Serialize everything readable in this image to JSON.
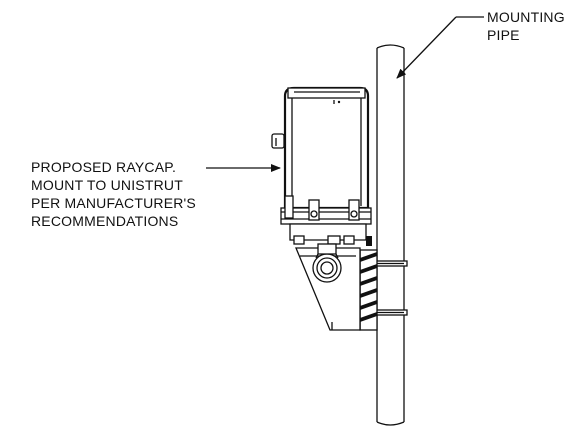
{
  "labels": {
    "mounting_pipe": [
      "MOUNTING",
      "PIPE"
    ],
    "raycap": [
      "PROPOSED RAYCAP.",
      "MOUNT TO UNISTRUT",
      "PER MANUFACTURER'S",
      "RECOMMENDATIONS"
    ]
  }
}
